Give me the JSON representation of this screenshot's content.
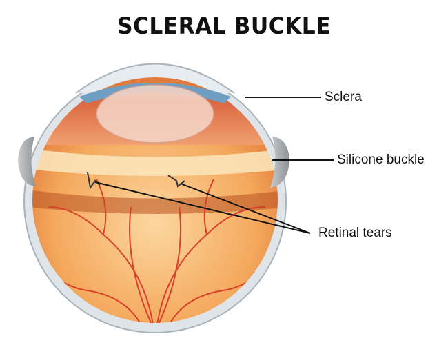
{
  "title": "SCLERAL BUCKLE",
  "labels": {
    "sclera": "Sclera",
    "silicone_buckle": "Silicone buckle",
    "retinal_tears": "Retinal tears"
  },
  "colors": {
    "sclera": "#c9d0d6",
    "retina": "#f2a45a",
    "vessel": "#d8402a",
    "buckle": "#a9acae",
    "iris": "#6e9fc2"
  }
}
